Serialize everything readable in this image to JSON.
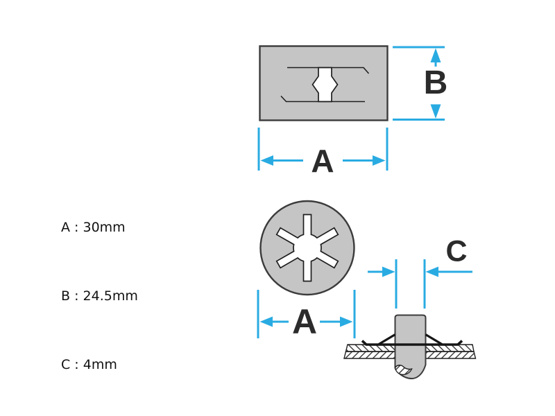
{
  "drawing": {
    "specs": [
      {
        "text": "A : 30mm"
      },
      {
        "text": "B : 24.5mm"
      },
      {
        "text": "C : 4mm"
      }
    ],
    "dim_labels": {
      "top_width": "A",
      "top_height": "B",
      "front_width": "A",
      "stud_diameter": "C"
    },
    "colors": {
      "dimension_accent": "#29ABE2",
      "part_fill": "#C5C5C5",
      "part_outline": "#3B3B3B",
      "detail_line": "#1E1E1E",
      "label_text": "#2B2B2B",
      "spec_text": "#111111",
      "background": "#FFFFFF"
    }
  }
}
